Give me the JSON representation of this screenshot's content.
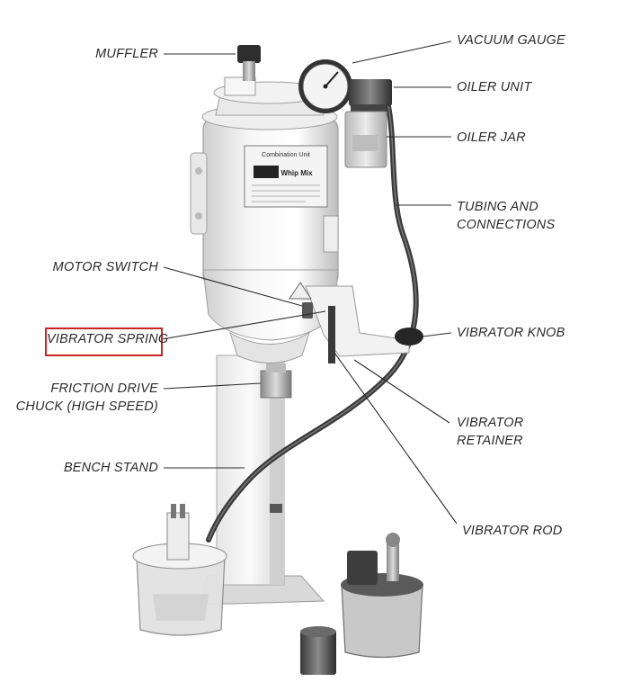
{
  "labels": {
    "muffler": "MUFFLER",
    "vacuum_gauge": "VACUUM GAUGE",
    "oiler_unit": "OILER UNIT",
    "oiler_jar": "OILER JAR",
    "tubing_line1": "TUBING AND",
    "tubing_line2": "CONNECTIONS",
    "motor_switch": "MOTOR SWITCH",
    "vibrator_spring": "VIBRATOR SPRING",
    "vibrator_knob": "VIBRATOR KNOB",
    "friction_line1": "FRICTION DRIVE",
    "friction_line2": "CHUCK (HIGH SPEED)",
    "vibrator_retainer_line1": "VIBRATOR",
    "vibrator_retainer_line2": "RETAINER",
    "bench_stand": "BENCH STAND",
    "vibrator_rod": "VIBRATOR ROD"
  },
  "plate": {
    "brand_line1": "Combination Unit",
    "brand_logo": "Whip Mix"
  },
  "highlight_color": "#c62828"
}
